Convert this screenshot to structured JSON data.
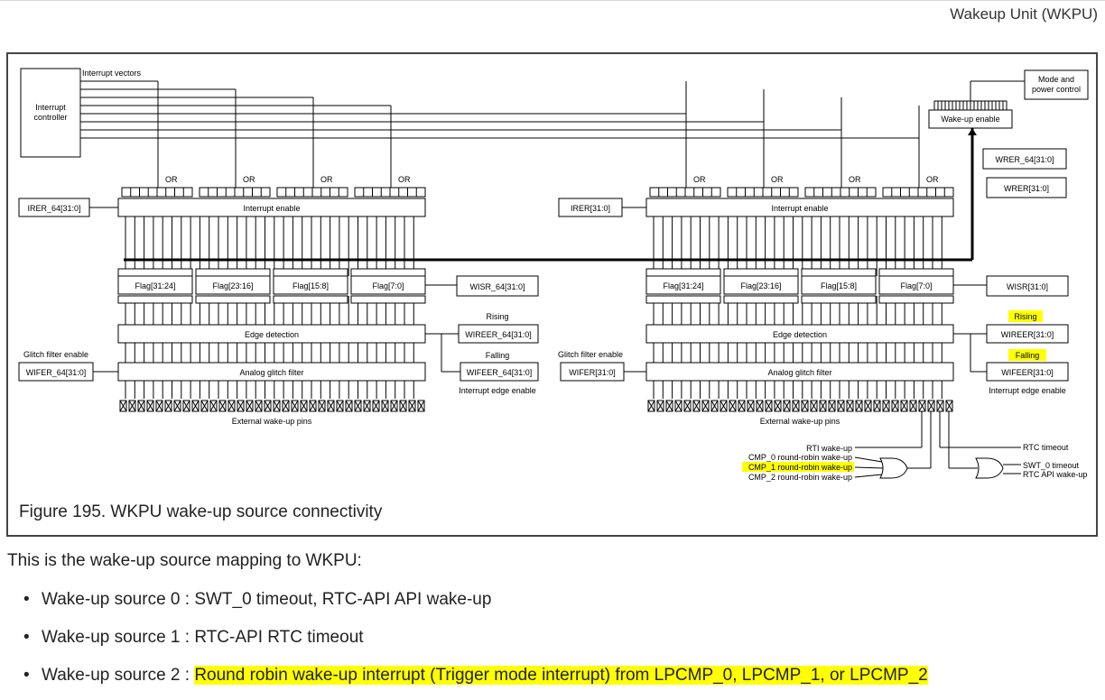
{
  "header": {
    "title": "Wakeup Unit (WKPU)"
  },
  "figure": {
    "caption": "Figure 195. WKPU wake-up source connectivity",
    "labels": {
      "interrupt_vectors": "Interrupt vectors",
      "interrupt_controller": "Interrupt controller",
      "mode_power_control": "Mode and power control",
      "wakeup_enable": "Wake-up enable",
      "or": "OR",
      "irer64": "IRER_64[31:0]",
      "irer": "IRER[31:0]",
      "interrupt_enable": "Interrupt enable",
      "wrer64": "WRER_64[31:0]",
      "wrer": "WRER[31:0]",
      "flag_31_24": "Flag[31:24]",
      "flag_23_16": "Flag[23:16]",
      "flag_15_8": "Flag[15:8]",
      "flag_7_0": "Flag[7:0]",
      "wisr64": "WISR_64[31:0]",
      "wisr": "WISR[31:0]",
      "edge_detection": "Edge detection",
      "rising": "Rising",
      "falling": "Falling",
      "wireer64": "WIREER_64[31:0]",
      "wireer": "WIREER[31:0]",
      "wifeer64": "WIFEER_64[31:0]",
      "wifeer": "WIFEER[31:0]",
      "glitch_filter_enable": "Glitch filter enable",
      "wifer64": "WIFER_64[31:0]",
      "wifer": "WIFER[31:0]",
      "analog_glitch_filter": "Analog glitch filter",
      "interrupt_edge_enable": "Interrupt edge enable",
      "external_pins": "External wake-up pins",
      "rti_wakeup": "RTI wake-up",
      "cmp0": "CMP_0 round-robin wake-up",
      "cmp1": "CMP_1 round-robin wake-up",
      "cmp2": "CMP_2 round-robin wake-up",
      "rtc_timeout": "RTC timeout",
      "swt0_timeout": "SWT_0 timeout",
      "rtc_api_wakeup": "RTC API wake-up"
    },
    "highlight_color": "#ffff00"
  },
  "body": {
    "intro": "This is the wake-up source mapping to WKPU:",
    "bullets": [
      {
        "prefix": "Wake-up source 0 : ",
        "text": "SWT_0 timeout, RTC-API API wake-up",
        "highlight": ""
      },
      {
        "prefix": "Wake-up source 1 : ",
        "text": "RTC-API RTC timeout",
        "highlight": ""
      },
      {
        "prefix": "Wake-up source 2 : ",
        "text": "",
        "highlight": "Round robin wake-up interrupt (Trigger mode interrupt) from LPCMP_0, LPCMP_1, or LPCMP_2"
      }
    ]
  }
}
